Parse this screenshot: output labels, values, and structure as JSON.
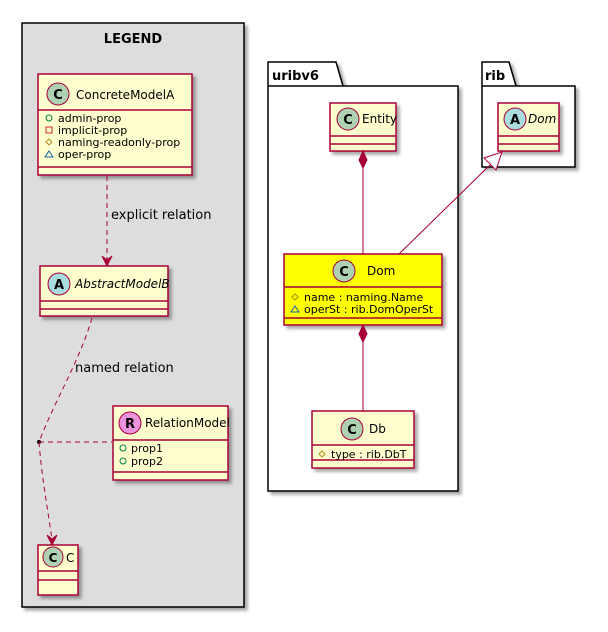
{
  "legend": {
    "title": "LEGEND",
    "concrete": {
      "stereotype": "C",
      "name": "ConcreteModelA",
      "members": [
        {
          "sym": "o",
          "text": "admin-prop"
        },
        {
          "sym": "-",
          "text": "implicit-prop"
        },
        {
          "sym": "#",
          "text": "naming-readonly-prop"
        },
        {
          "sym": "~",
          "text": "oper-prop"
        }
      ]
    },
    "explicit_label": "explicit relation",
    "abstract": {
      "stereotype": "A",
      "name": "AbstractModelB"
    },
    "named_label": "named relation",
    "relation": {
      "stereotype": "R",
      "name": "RelationModel",
      "members": [
        {
          "sym": "o",
          "text": "prop1"
        },
        {
          "sym": "o",
          "text": "prop2"
        }
      ]
    },
    "c": {
      "stereotype": "C",
      "name": "C"
    }
  },
  "packages": {
    "uribv6": {
      "name": "uribv6",
      "entity": {
        "stereotype": "C",
        "name": "Entity"
      },
      "dom": {
        "stereotype": "C",
        "name": "Dom",
        "highlight": "#FFFF00",
        "members": [
          {
            "sym": "#",
            "text": "name : naming.Name"
          },
          {
            "sym": "~",
            "text": "operSt : rib.DomOperSt"
          }
        ]
      },
      "db": {
        "stereotype": "C",
        "name": "Db",
        "members": [
          {
            "sym": "#",
            "text": "type : rib.DbT"
          }
        ]
      }
    },
    "rib": {
      "name": "rib",
      "dom": {
        "stereotype": "A",
        "name": "Dom"
      }
    }
  },
  "colors": {
    "class_fill": "#FEFECE",
    "class_border": "#A80036",
    "legend_fill": "#DDDDDD",
    "arrow": "#A80036",
    "circle_c": "#ADD1B2",
    "circle_a": "#A9DCDF",
    "circle_r": "#EB93DF"
  }
}
